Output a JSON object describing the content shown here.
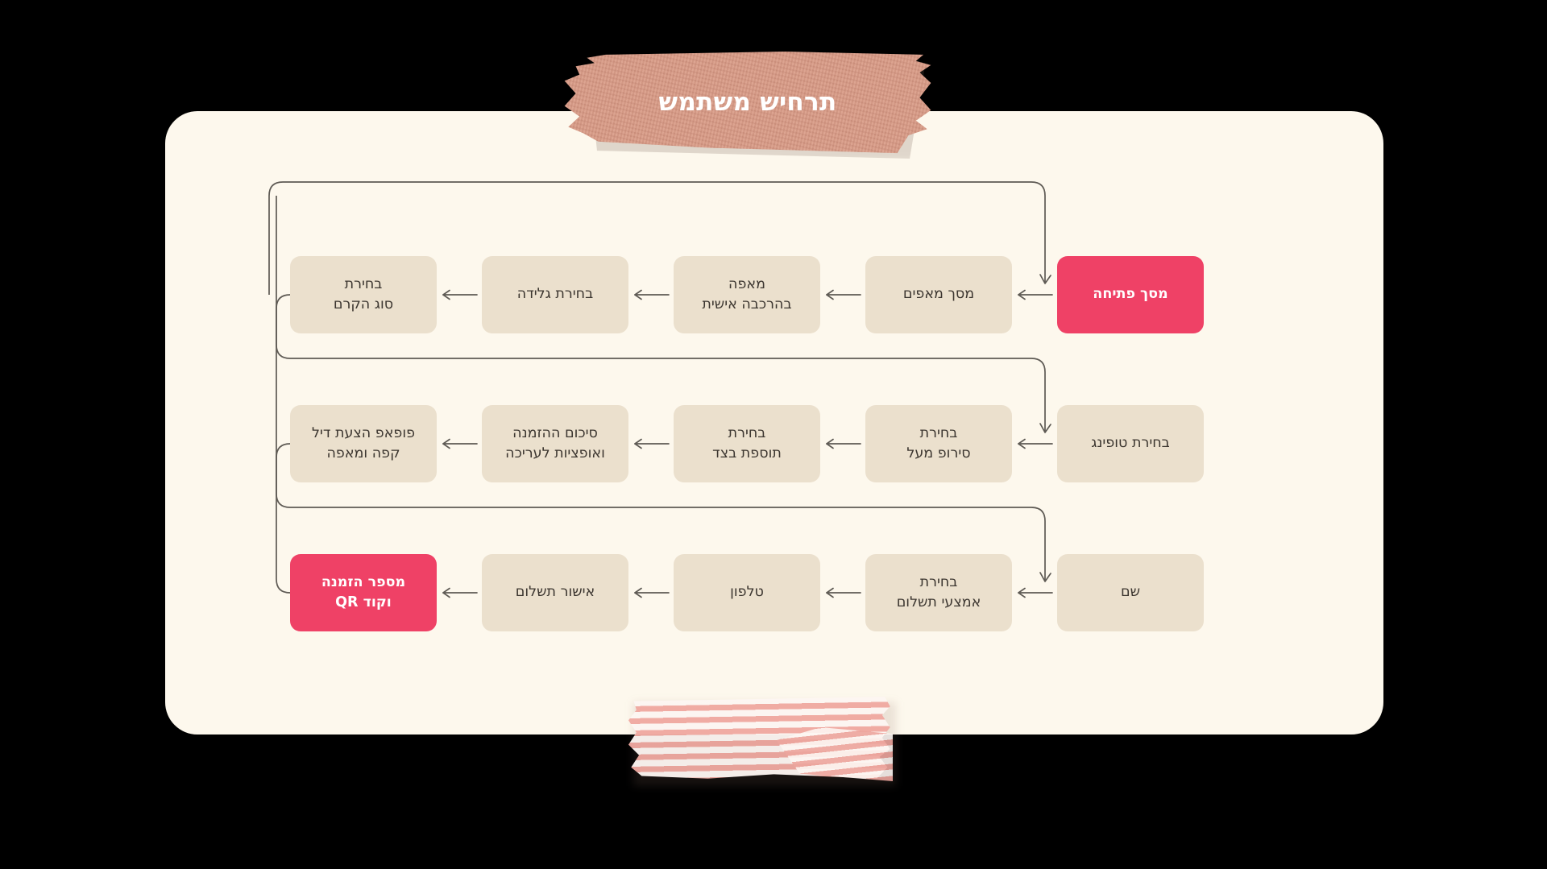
{
  "title": "תרחיש משתמש",
  "colors": {
    "page_background": "#000000",
    "card_background": "#fdf8ed",
    "node_background": "#ebe0cd",
    "node_text": "#3c3630",
    "accent": "#ef4166",
    "accent_text": "#ffffff",
    "connector": "#5e5a54",
    "tape_top": "#d89883",
    "tape_bottom_stripe": "#f0a9a1"
  },
  "tapes": {
    "top": {
      "name": "washi-tape-title",
      "label": "תרחיש משתמש"
    },
    "bottom": {
      "name": "washi-tape-striped",
      "label": ""
    }
  },
  "flow": {
    "direction": "rtl",
    "rows": [
      {
        "index": 0,
        "nodes": [
          {
            "id": "opening-screen",
            "label": "מסך פתיחה",
            "accent": true
          },
          {
            "id": "pastries-screen",
            "label": "מסך מאפים",
            "accent": false
          },
          {
            "id": "custom-pastry",
            "label": "מאפה\nבהרכבה אישית",
            "accent": false
          },
          {
            "id": "ice-cream-choice",
            "label": "בחירת גלידה",
            "accent": false
          },
          {
            "id": "cream-type-choice",
            "label": "בחירת\nסוג הקרם",
            "accent": false
          }
        ]
      },
      {
        "index": 1,
        "nodes": [
          {
            "id": "topping-choice",
            "label": "בחירת טופינג",
            "accent": false
          },
          {
            "id": "syrup-choice",
            "label": "בחירת\nסירופ מעל",
            "accent": false
          },
          {
            "id": "side-addition-choice",
            "label": "בחירת\nתוספת בצד",
            "accent": false
          },
          {
            "id": "order-summary",
            "label": "סיכום ההזמנה\nואופציות לעריכה",
            "accent": false
          },
          {
            "id": "deal-popup",
            "label": "פופאפ הצעת דיל\nקפה ומאפה",
            "accent": false
          }
        ]
      },
      {
        "index": 2,
        "nodes": [
          {
            "id": "name-input",
            "label": "שם",
            "accent": false
          },
          {
            "id": "payment-method-choice",
            "label": "בחירת\nאמצעי תשלום",
            "accent": false
          },
          {
            "id": "phone-input",
            "label": "טלפון",
            "accent": false
          },
          {
            "id": "payment-confirmation",
            "label": "אישור תשלום",
            "accent": false
          },
          {
            "id": "order-number-qr",
            "label": "מספר הזמנה\nוקוד QR",
            "accent": true
          }
        ]
      }
    ],
    "arrow_icon": "arrow-left-icon",
    "wrap_connectors": [
      {
        "from_row": 0,
        "to_row": 1,
        "side": "left-to-right-wrap"
      },
      {
        "from_row": 1,
        "to_row": 2,
        "side": "left-to-right-wrap"
      }
    ]
  }
}
